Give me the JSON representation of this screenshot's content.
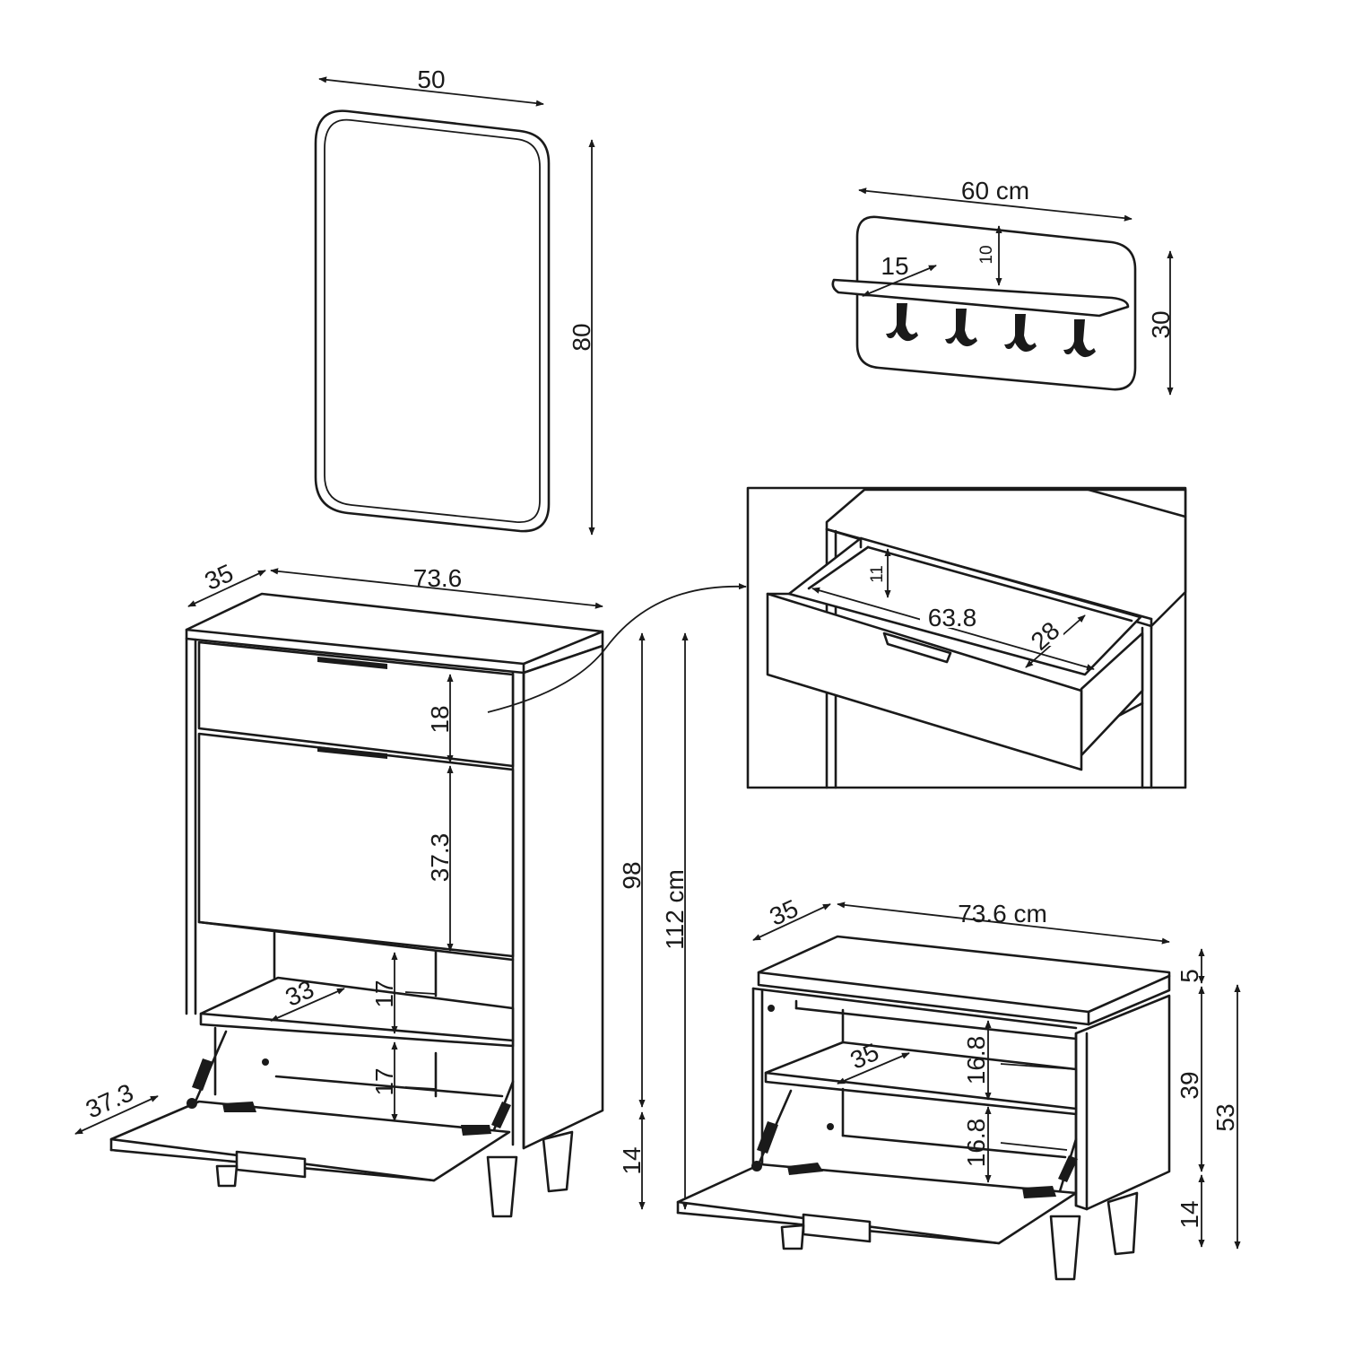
{
  "mirror": {
    "width_label": "50",
    "height_label": "80"
  },
  "coat_rack": {
    "width_label": "60 cm",
    "height_label": "30",
    "shelf_depth_label": "15",
    "shelf_gap_label": "10"
  },
  "shoe_cabinet": {
    "depth_label": "35",
    "width_label": "73.6",
    "drawer_height_label": "18",
    "flap_height_label": "37.3",
    "shelf_depth_label": "33",
    "upper_compartment_label": "17",
    "lower_compartment_label": "17",
    "flap_open_label": "37.3",
    "body_height_label": "98",
    "leg_height_label": "14",
    "total_height_label": "112 cm"
  },
  "drawer_detail": {
    "inner_height_label": "11",
    "inner_width_label": "63.8",
    "inner_depth_label": "28"
  },
  "shoe_bench": {
    "depth_label": "35",
    "width_label": "73.6 cm",
    "shelf_depth_label": "35",
    "upper_compartment_label": "16.8",
    "lower_compartment_label": "16.8",
    "cushion_height_label": "5",
    "body_height_label": "39",
    "leg_height_label": "14",
    "total_height_label": "53"
  }
}
